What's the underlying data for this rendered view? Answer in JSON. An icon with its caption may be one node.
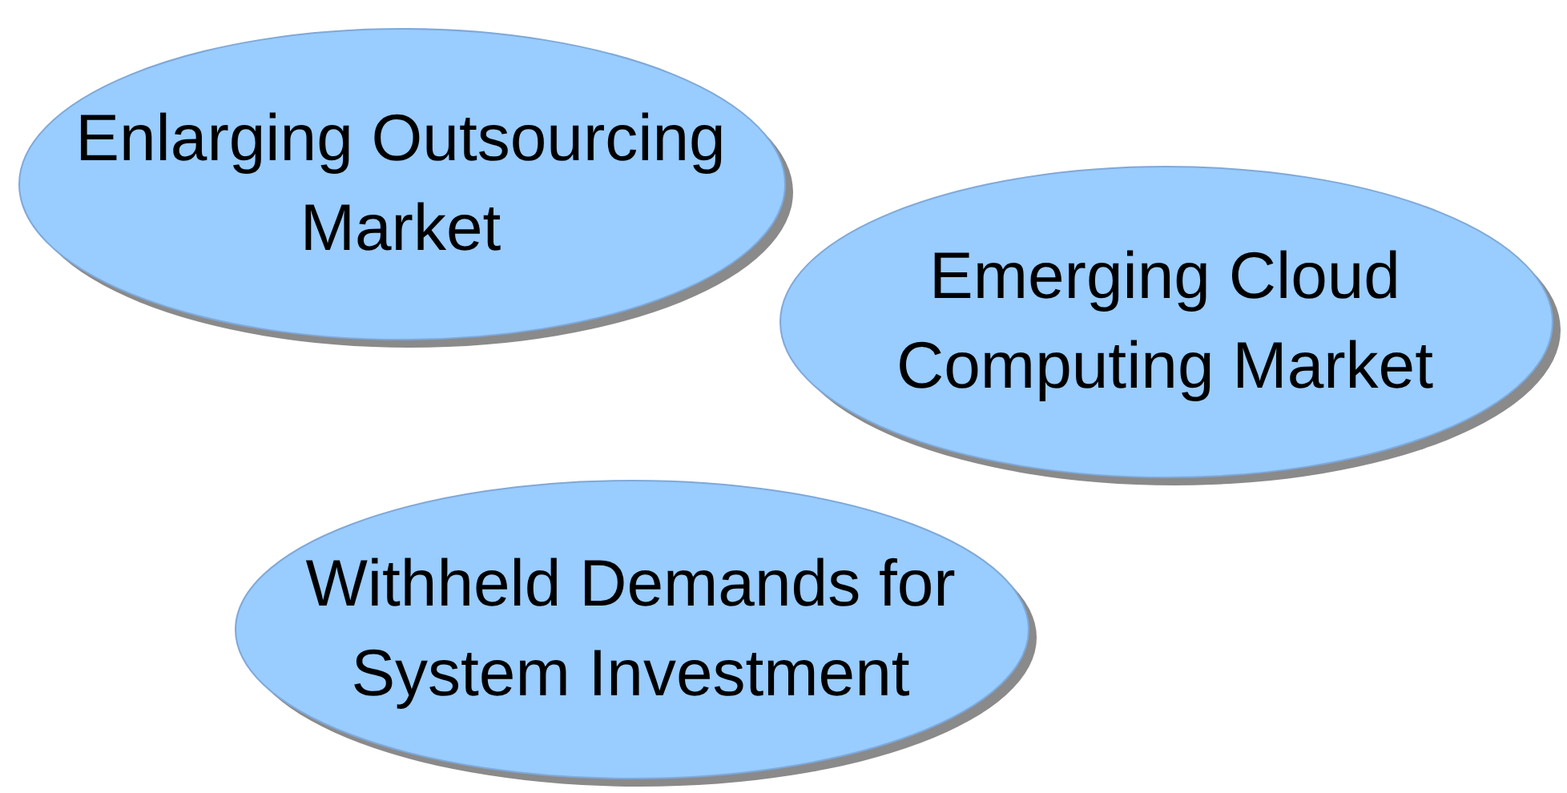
{
  "diagram": {
    "nodes": [
      {
        "text": [
          "Enlarging Outsourcing Market"
        ]
      },
      {
        "text": [
          "Emerging Cloud Computing Market"
        ]
      },
      {
        "text": [
          "Withheld Demands for System Investment"
        ]
      }
    ]
  }
}
